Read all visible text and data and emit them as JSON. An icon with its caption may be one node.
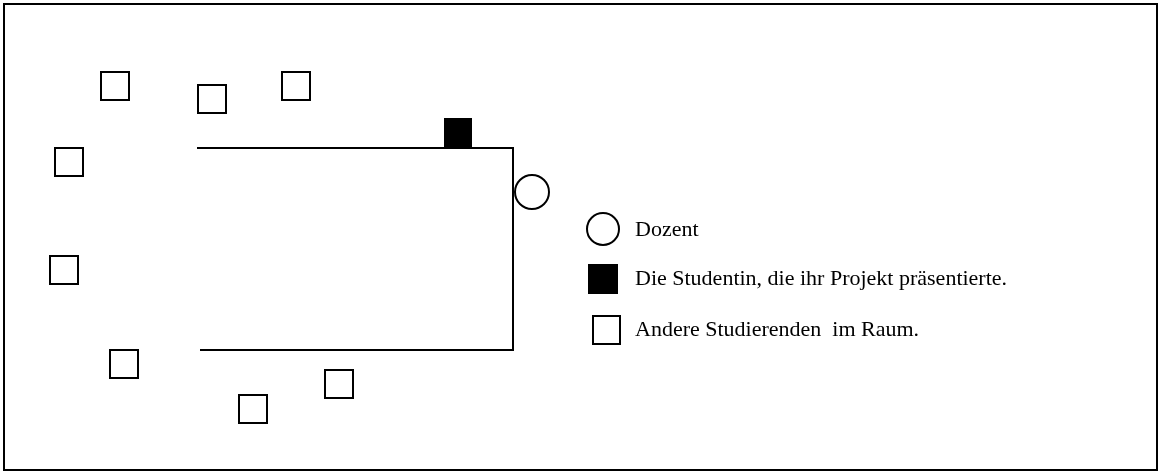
{
  "diagram": {
    "legend": [
      {
        "text": "Dozent"
      },
      {
        "text": "Die Studentin, die ihr Projekt präsentierte."
      },
      {
        "text": "Andere Studierenden  im Raum."
      }
    ]
  }
}
